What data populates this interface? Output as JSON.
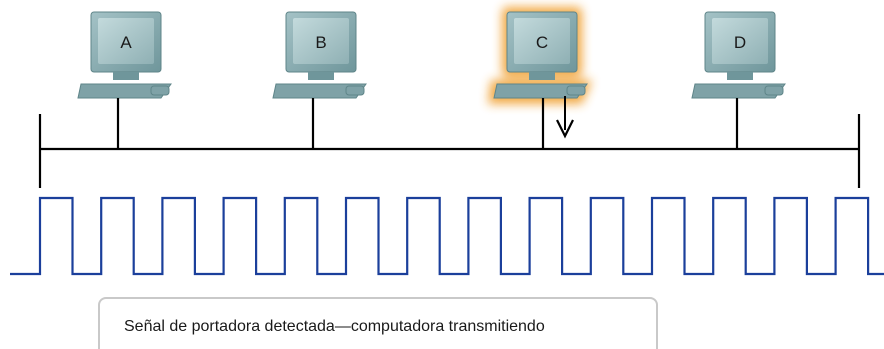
{
  "computers": [
    {
      "label": "A",
      "highlighted": false
    },
    {
      "label": "B",
      "highlighted": false
    },
    {
      "label": "C",
      "highlighted": true
    },
    {
      "label": "D",
      "highlighted": false
    }
  ],
  "caption": "Señal de portadora detectada—computadora transmitiendo",
  "colors": {
    "monitor": "#8fb3b8",
    "screen": "#a9c6c9",
    "bus": "#000000",
    "signal": "#1b3f9b",
    "highlight": "#f0a030"
  }
}
